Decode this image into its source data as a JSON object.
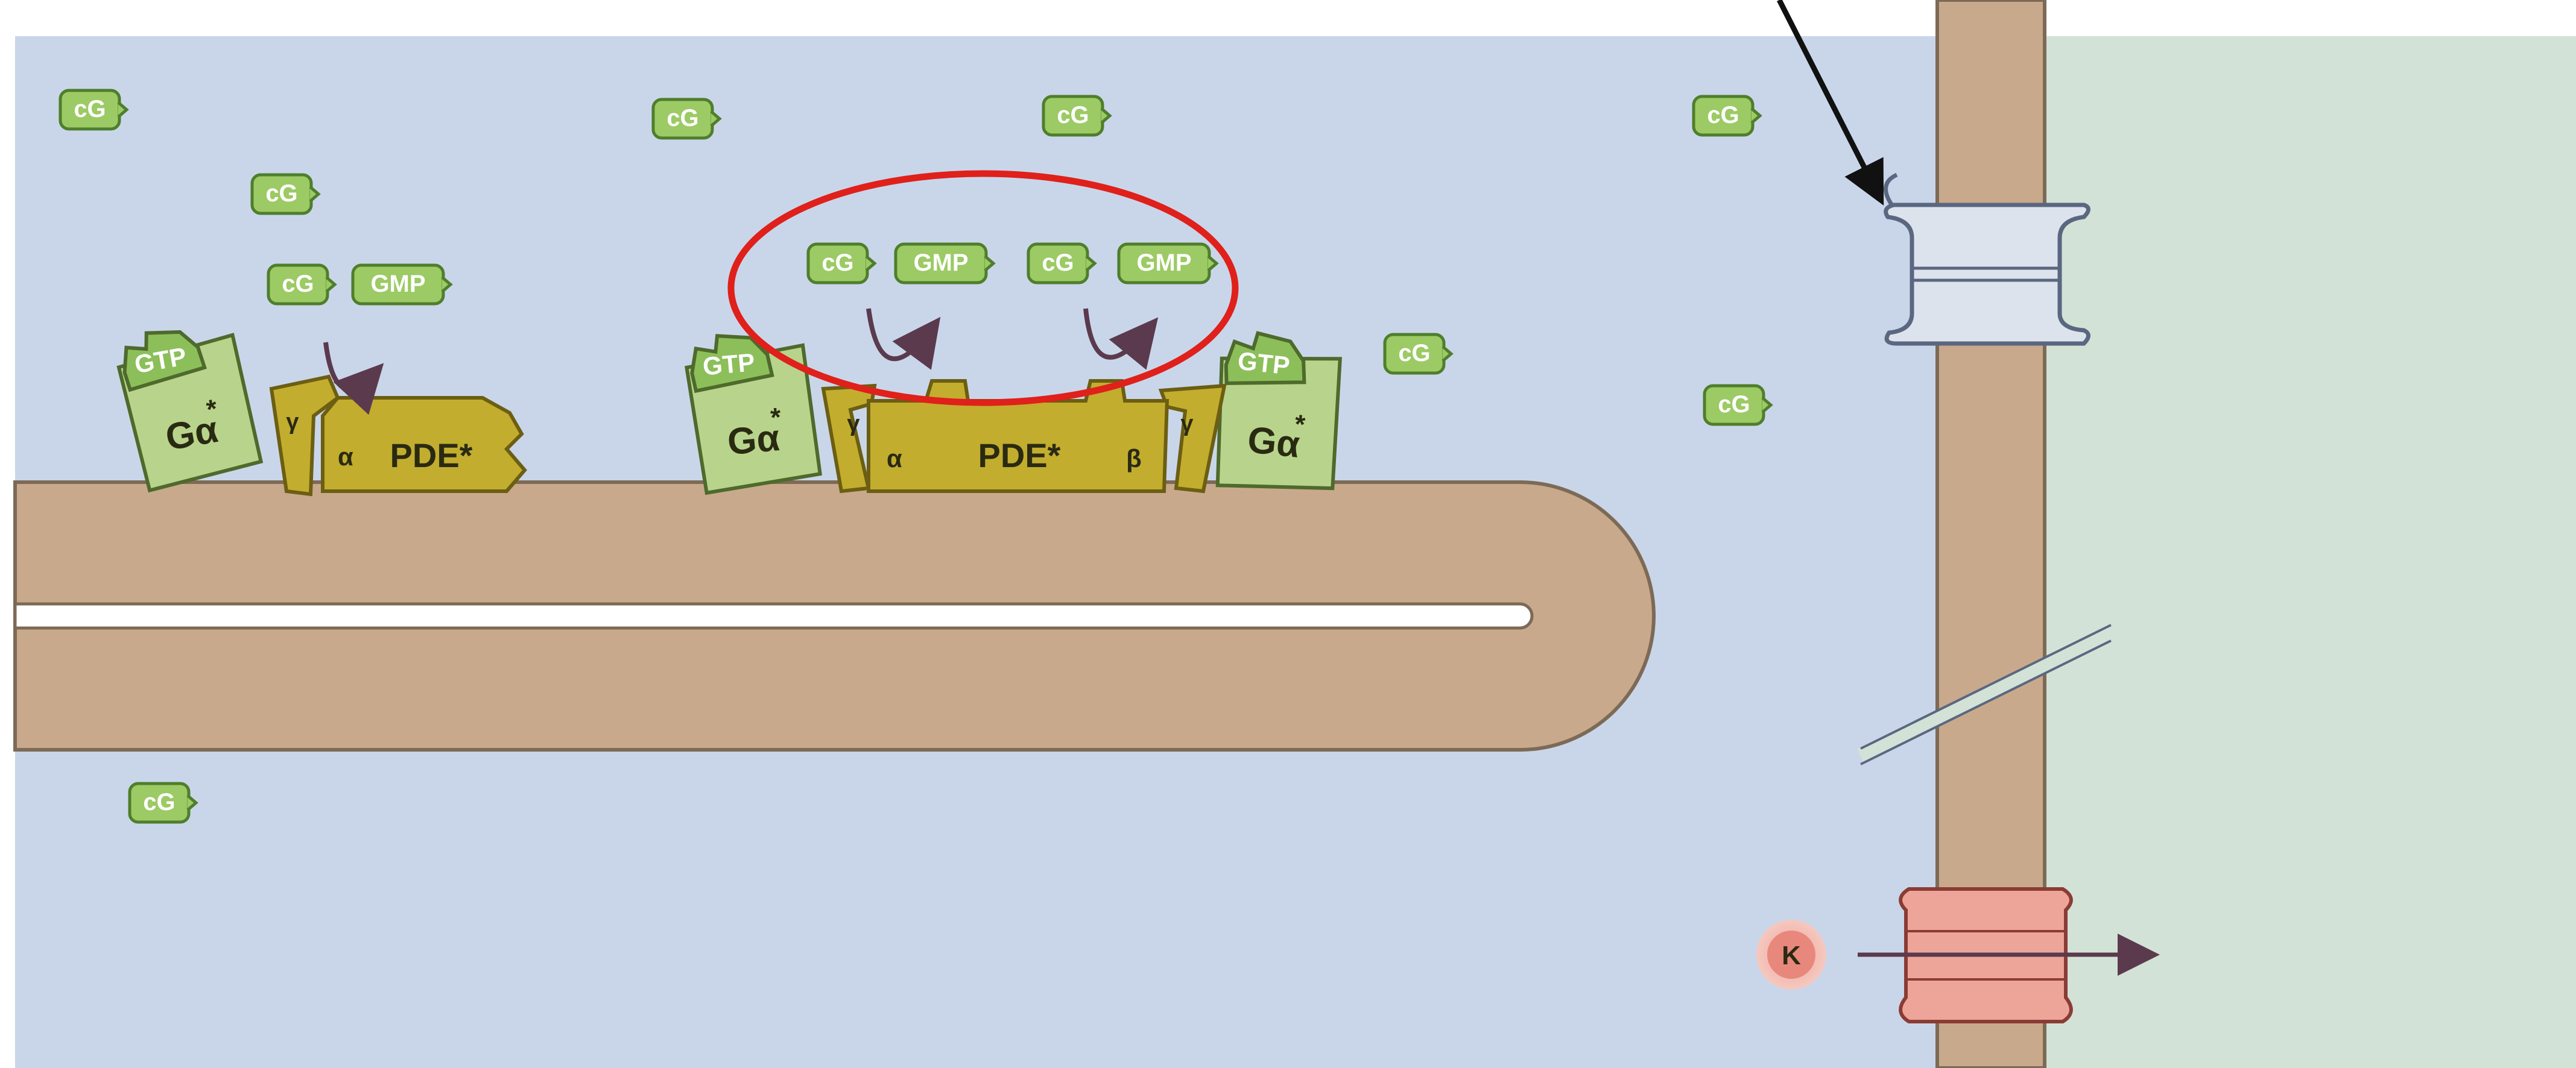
{
  "colors": {
    "cytoplasm": "#c9d6ea",
    "extracellular": "#d3e2d6",
    "membrane": "#c9a98c",
    "membrane_edge": "#7d6a56",
    "disc_lumen": "#ffffff",
    "cg_fill": "#9cca64",
    "cg_stroke": "#4f7e2c",
    "galpha_fill": "#b8d48c",
    "galpha_stroke": "#4e6a2c",
    "gtp_fill": "#8cbf5a",
    "pde_fill": "#c2ad2e",
    "pde_stroke": "#6c5e12",
    "channel_fill": "#dde3ec",
    "channel_stroke": "#5a6780",
    "k_channel_fill": "#eda59a",
    "k_channel_stroke": "#8a3c34",
    "k_ion": "#e8887c",
    "highlight_ellipse": "#e0201a",
    "arrow": "#5b3a4e"
  },
  "labels": {
    "cg": "cG",
    "gmp": "GMP",
    "gtp": "GTP",
    "g_alpha": "Gα",
    "g_alpha_star": "*",
    "pde": "PDE*",
    "alpha": "α",
    "beta": "β",
    "gamma": "γ",
    "k": "K"
  }
}
